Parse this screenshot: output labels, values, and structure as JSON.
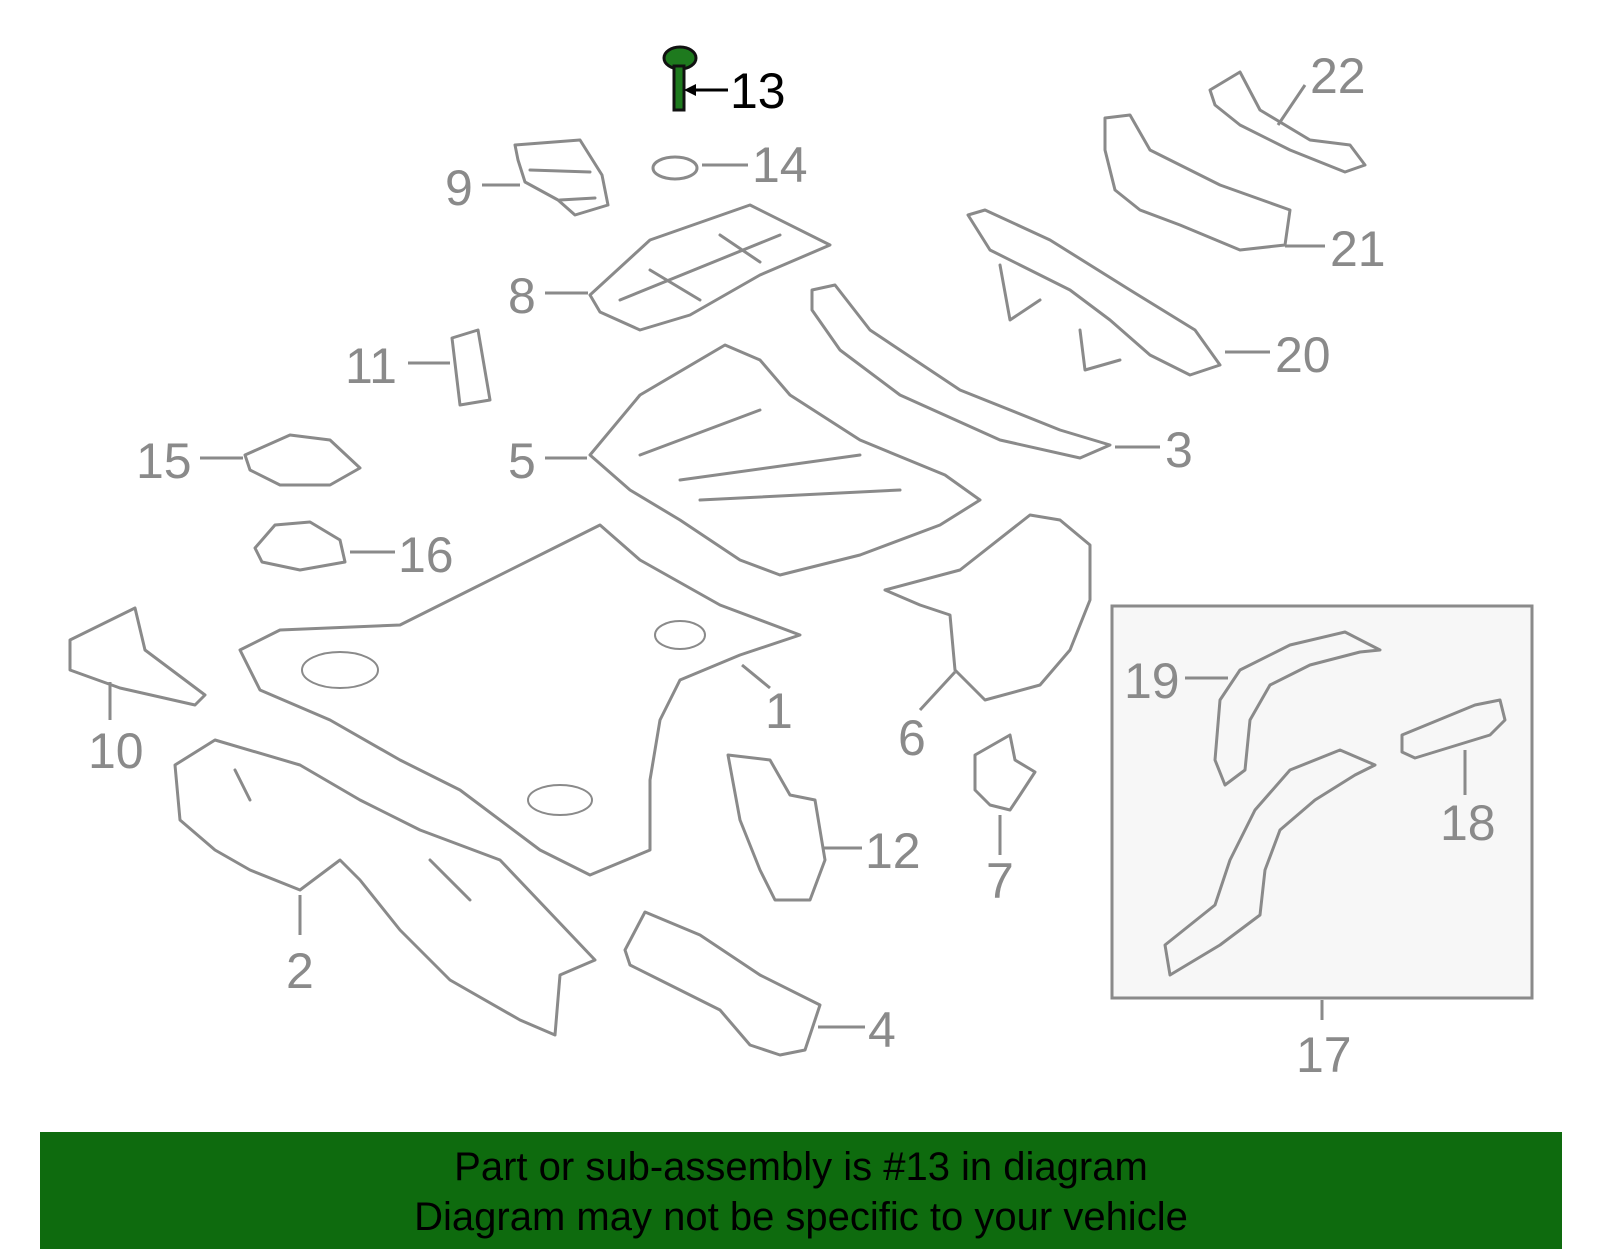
{
  "callouts": {
    "c1": "1",
    "c2": "2",
    "c3": "3",
    "c4": "4",
    "c5": "5",
    "c6": "6",
    "c7": "7",
    "c8": "8",
    "c9": "9",
    "c10": "10",
    "c11": "11",
    "c12": "12",
    "c13": "13",
    "c14": "14",
    "c15": "15",
    "c16": "16",
    "c17": "17",
    "c18": "18",
    "c19": "19",
    "c20": "20",
    "c21": "21",
    "c22": "22"
  },
  "banner": {
    "line1": "Part or sub-assembly is #13 in diagram",
    "line2": "Diagram may not be specific to your vehicle"
  },
  "colors": {
    "line": "#8a8a8a",
    "highlight_part": "#1e7a1e",
    "banner_bg": "#0e6b0e",
    "text": "#000000"
  }
}
